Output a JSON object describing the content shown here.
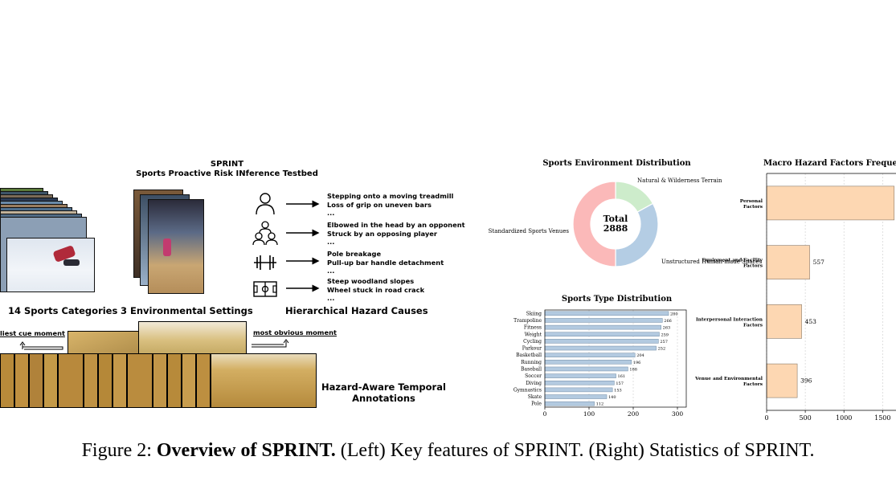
{
  "left_panel": {
    "title_line1": "SPRINT",
    "title_line2": "Sports Proactive Risk INference Testbed",
    "feature_sports": "14 Sports Categories",
    "feature_env": "3 Environmental Settings",
    "feature_causes": "Hierarchical Hazard Causes",
    "temporal_line1": "Hazard-Aware Temporal",
    "temporal_line2": "Annotations",
    "earliest_cue": "liest cue moment",
    "most_obvious": "most obvious moment",
    "causes": [
      {
        "icon": "person-icon",
        "lines": [
          "Stepping onto a moving treadmill",
          "Loss of grip on uneven bars",
          "..."
        ]
      },
      {
        "icon": "people-icon",
        "lines": [
          "Elbowed in the head by an opponent",
          "Struck by an opposing player",
          "..."
        ]
      },
      {
        "icon": "dumbbell-icon",
        "lines": [
          "Pole breakage",
          "Pull-up bar handle detachment",
          "..."
        ]
      },
      {
        "icon": "field-icon",
        "lines": [
          "Steep woodland slopes",
          "Wheel stuck in road crack",
          "..."
        ]
      }
    ]
  },
  "chart_data": [
    {
      "type": "pie",
      "title": "Sports Environment Distribution",
      "center_label_line1": "Total",
      "center_label_line2": "2888",
      "slices": [
        {
          "label": "Natural & Wilderness Terrain",
          "value": 0.17,
          "color": "#cdeccb"
        },
        {
          "label": "Unstructured Human-made Spaces",
          "value": 0.33,
          "color": "#b4cde4"
        },
        {
          "label": "Standardized Sports Venues",
          "value": 0.5,
          "color": "#fbb9b9"
        }
      ]
    },
    {
      "type": "bar",
      "orientation": "horizontal",
      "title": "Sports Type Distribution",
      "categories": [
        "Skiing",
        "Trampoline",
        "Fitness",
        "Weight",
        "Cycling",
        "Parkour",
        "Basketball",
        "Running",
        "Baseball",
        "Soccer",
        "Diving",
        "Gymnastics",
        "Skate",
        "Pole"
      ],
      "values": [
        280,
        266,
        263,
        259,
        257,
        252,
        204,
        196,
        188,
        161,
        157,
        153,
        140,
        112
      ],
      "xlim": [
        0,
        320
      ],
      "xticks": [
        0,
        100,
        200,
        300
      ],
      "color": "#b3cae0",
      "grid": true
    },
    {
      "type": "bar",
      "orientation": "horizontal",
      "title": "Macro Hazard Factors Frequen",
      "categories": [
        [
          "Personal",
          "Factors"
        ],
        [
          "Equipment and Facility",
          "Factors"
        ],
        [
          "Interpersonal Interaction",
          "Factors"
        ],
        [
          "Venue and Environmental",
          "Factors"
        ]
      ],
      "values": [
        1650,
        557,
        453,
        396
      ],
      "value_labels": [
        "",
        "557",
        "453",
        "396"
      ],
      "xticks": [
        0,
        500,
        1000,
        1500
      ],
      "color": "#fdd7b2",
      "grid": true
    }
  ],
  "caption": {
    "prefix": "Figure 2: ",
    "bold": "Overview of SPRINT.",
    "rest": " (Left) Key features of SPRINT. (Right) Statistics of SPRINT."
  }
}
